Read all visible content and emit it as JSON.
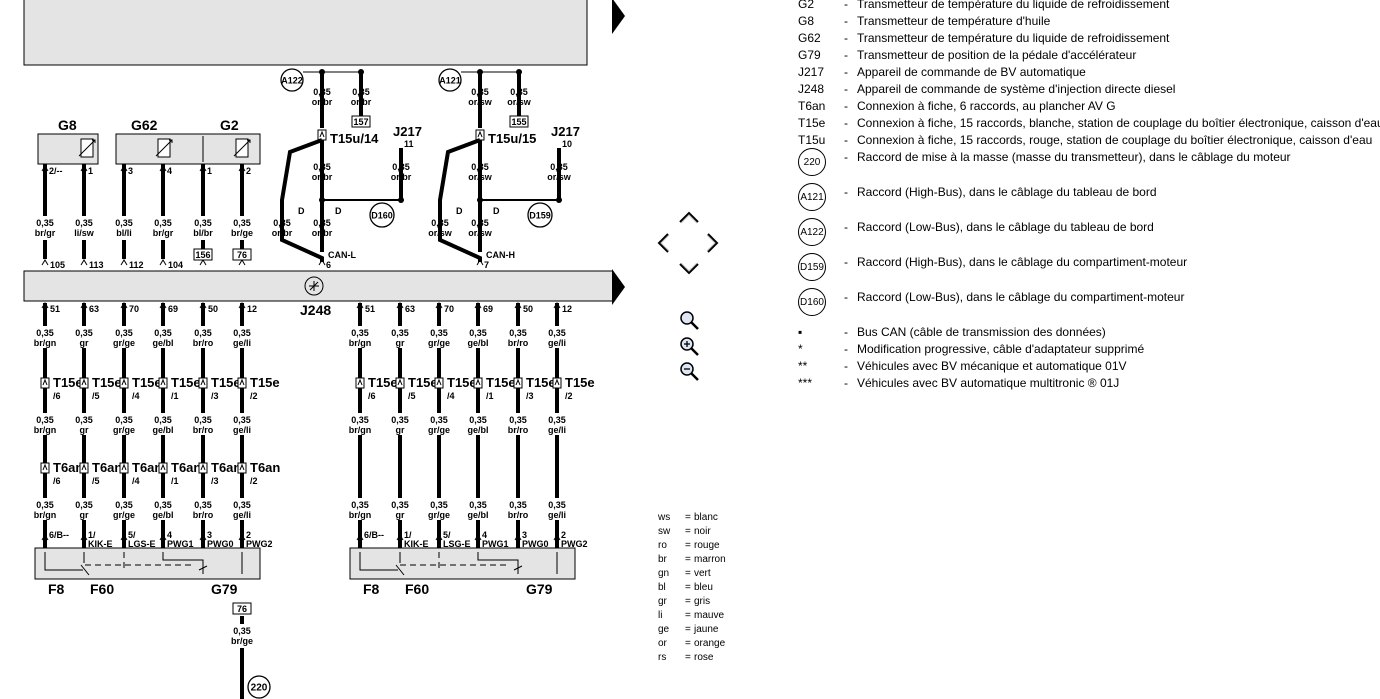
{
  "diagram": {
    "control_unit": "J248",
    "can_left": {
      "circle": "A122",
      "pin": "6",
      "line_label": "CAN-L",
      "connector": "T15u/14",
      "ref": "157",
      "j217": "J217",
      "j217_pin": "11",
      "d_circle": "D160",
      "wire": "0,35\nor/br"
    },
    "can_right": {
      "circle": "A121",
      "pin": "7",
      "line_label": "CAN-H",
      "connector": "T15u/15",
      "ref": "155",
      "j217": "J217",
      "j217_pin": "10",
      "d_circle": "D159",
      "wire": "0,35\nor/sw"
    },
    "sensors": {
      "g8": "G8",
      "g62": "G62",
      "g2": "G2",
      "pins": [
        "2/--",
        "1",
        "3",
        "4",
        "1",
        "2"
      ],
      "wire_colors": [
        "br/gr",
        "li/sw",
        "bl/li",
        "br/gr",
        "bl/br",
        "br/ge"
      ],
      "bottom_pins": [
        "105",
        "113",
        "112",
        "104",
        "156",
        "76"
      ]
    },
    "pedal_left": {
      "pins": [
        "51",
        "63",
        "70",
        "69",
        "50",
        "12"
      ],
      "wire_colors": [
        "br/gn",
        "gr",
        "gr/ge",
        "ge/bl",
        "br/ro",
        "ge/li"
      ],
      "t15e": [
        "/6",
        "/5",
        "/4",
        "/1",
        "/3",
        "/2"
      ],
      "t6an": [
        "/6",
        "/5",
        "/4",
        "/1",
        "/3",
        "/2"
      ],
      "bottom_pins": [
        "6/B--",
        "1/",
        "5/",
        "4",
        "3",
        "2"
      ],
      "bottom_labels": [
        "",
        "KIK-E",
        "LGS-E",
        "PWG1",
        "PWG0",
        "PWG2"
      ],
      "f8": "F8",
      "f60": "F60",
      "g79": "G79",
      "ref": "76",
      "ground": "220",
      "ground_wire": "br/ge"
    },
    "pedal_right": {
      "pins": [
        "51",
        "63",
        "70",
        "69",
        "50",
        "12"
      ],
      "wire_colors": [
        "br/gn",
        "gr",
        "gr/ge",
        "ge/bl",
        "br/ro",
        "ge/li"
      ],
      "t15e": [
        "/6",
        "/5",
        "/4",
        "/1",
        "/3",
        "/2"
      ],
      "bottom_pins": [
        "6/B--",
        "1/",
        "5/",
        "4",
        "3",
        "2"
      ],
      "bottom_labels": [
        "",
        "KIK-E",
        "LSG-E",
        "PWG1",
        "PWG0",
        "PWG2"
      ],
      "f8": "F8",
      "f60": "F60",
      "g79": "G79"
    },
    "section": "0,35",
    "t15e_label": "T15e",
    "t6an_label": "T6an",
    "d_label": "D"
  },
  "legend": [
    {
      "code": "G2",
      "desc": "Transmetteur de température du liquide de refroidissement"
    },
    {
      "code": "G8",
      "desc": "Transmetteur de température d'huile"
    },
    {
      "code": "G62",
      "desc": "Transmetteur de température du liquide de refroidissement"
    },
    {
      "code": "G79",
      "desc": "Transmetteur de position de la pédale d'accélérateur"
    },
    {
      "code": "J217",
      "desc": "Appareil de commande de BV automatique"
    },
    {
      "code": "J248",
      "desc": "Appareil de commande de système d'injection directe diesel"
    },
    {
      "code": "T6an",
      "desc": "Connexion à fiche, 6 raccords, au plancher AV G"
    },
    {
      "code": "T15e",
      "desc": "Connexion à fiche, 15 raccords, blanche, station de couplage du boîtier électronique, caisson d'eau"
    },
    {
      "code": "T15u",
      "desc": "Connexion à fiche, 15 raccords, rouge, station de couplage du boîtier électronique, caisson d'eau"
    }
  ],
  "legend_circles": [
    {
      "code": "220",
      "desc": "Raccord de mise à la masse (masse du transmetteur), dans le câblage du moteur"
    },
    {
      "code": "A121",
      "desc": "Raccord (High-Bus), dans le câblage du tableau de bord"
    },
    {
      "code": "A122",
      "desc": "Raccord (Low-Bus), dans le câblage du tableau de bord"
    },
    {
      "code": "D159",
      "desc": "Raccord (High-Bus), dans le câblage du compartiment-moteur"
    },
    {
      "code": "D160",
      "desc": "Raccord (Low-Bus), dans le câblage du compartiment-moteur"
    }
  ],
  "legend_notes": [
    {
      "code": "▪",
      "desc": "Bus CAN (câble de transmission des données)"
    },
    {
      "code": "*",
      "desc": "Modification progressive, câble d'adaptateur supprimé"
    },
    {
      "code": "**",
      "desc": "Véhicules avec BV mécanique et automatique 01V"
    },
    {
      "code": "***",
      "desc": "Véhicules avec BV automatique multitronic ® 01J"
    }
  ],
  "colors": [
    {
      "code": "ws",
      "name": "blanc"
    },
    {
      "code": "sw",
      "name": "noir"
    },
    {
      "code": "ro",
      "name": "rouge"
    },
    {
      "code": "br",
      "name": "marron"
    },
    {
      "code": "gn",
      "name": "vert"
    },
    {
      "code": "bl",
      "name": "bleu"
    },
    {
      "code": "gr",
      "name": "gris"
    },
    {
      "code": "li",
      "name": "mauve"
    },
    {
      "code": "ge",
      "name": "jaune"
    },
    {
      "code": "or",
      "name": "orange"
    },
    {
      "code": "rs",
      "name": "rose"
    }
  ],
  "nav_icons": [
    "nav-up-icon",
    "nav-left-icon",
    "nav-right-icon",
    "nav-down-icon",
    "zoom-icon",
    "zoom-in-icon",
    "zoom-out-icon"
  ]
}
